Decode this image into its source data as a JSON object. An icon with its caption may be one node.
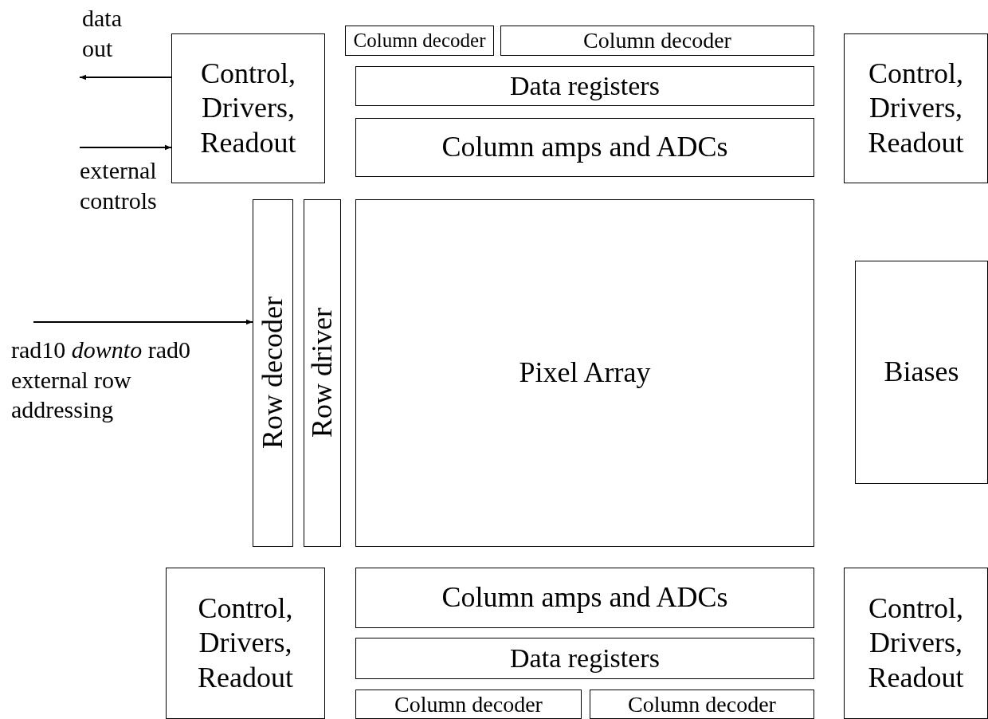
{
  "diagram": {
    "nodes": [
      {
        "text": [
          "Control, Drivers, Readout"
        ]
      },
      {
        "text": [
          "Column decoder"
        ]
      },
      {
        "text": [
          "Column decoder"
        ]
      },
      {
        "text": [
          "Data registers"
        ]
      },
      {
        "text": [
          "Column amps and ADCs"
        ]
      },
      {
        "text": [
          "Control, Drivers, Readout"
        ]
      },
      {
        "text": [
          "Row decoder"
        ]
      },
      {
        "text": [
          "Row driver"
        ]
      },
      {
        "text": [
          "Pixel Array"
        ]
      },
      {
        "text": [
          "Biases"
        ]
      },
      {
        "text": [
          "Control, Drivers, Readout"
        ]
      },
      {
        "text": [
          "Column amps and ADCs"
        ]
      },
      {
        "text": [
          "Control, Drivers, Readout"
        ]
      },
      {
        "text": [
          "Data registers"
        ]
      },
      {
        "text": [
          "Column decoder"
        ]
      },
      {
        "text": [
          "Column decoder"
        ]
      }
    ],
    "edges": [
      {
        "from": 0,
        "to": null,
        "arrow": "to"
      },
      {
        "from": null,
        "to": 0,
        "arrow": "to"
      },
      {
        "from": null,
        "to": 6,
        "arrow": "to"
      }
    ],
    "labels": [
      "data out",
      "external controls",
      "rad10 *downto* rad0 external row addressing"
    ]
  }
}
